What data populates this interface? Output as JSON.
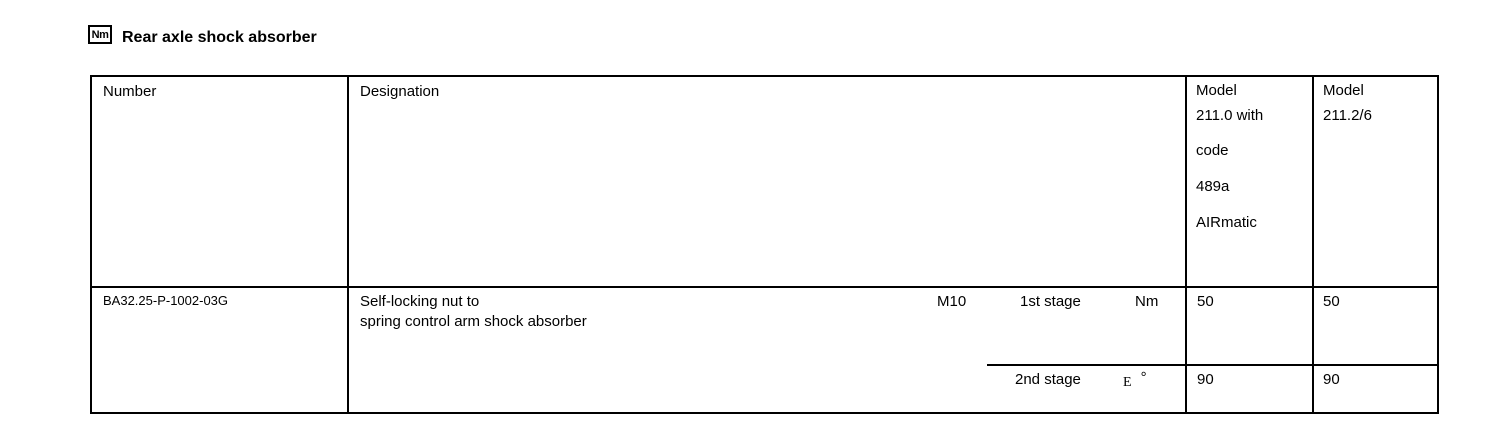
{
  "page": {
    "unit_icon": "Nm",
    "title": "Rear axle shock absorber"
  },
  "table": {
    "headers": {
      "number": "Number",
      "designation": "Designation",
      "model_a_lines": [
        "Model",
        "211.0 with",
        "code",
        "489a",
        "AIRmatic"
      ],
      "model_b_lines": [
        "Model",
        "211.2/6"
      ]
    },
    "row": {
      "number": "BA32.25-P-1002-03G",
      "designation": "Self-locking nut to\nspring control arm shock absorber",
      "thread_size": "M10",
      "stages": [
        {
          "label": "1st stage",
          "unit": "Nm",
          "model_a": "50",
          "model_b": "50"
        },
        {
          "label": "2nd stage",
          "unit_symbol": "E",
          "unit_degree": "°",
          "model_a": "90",
          "model_b": "90"
        }
      ]
    }
  }
}
